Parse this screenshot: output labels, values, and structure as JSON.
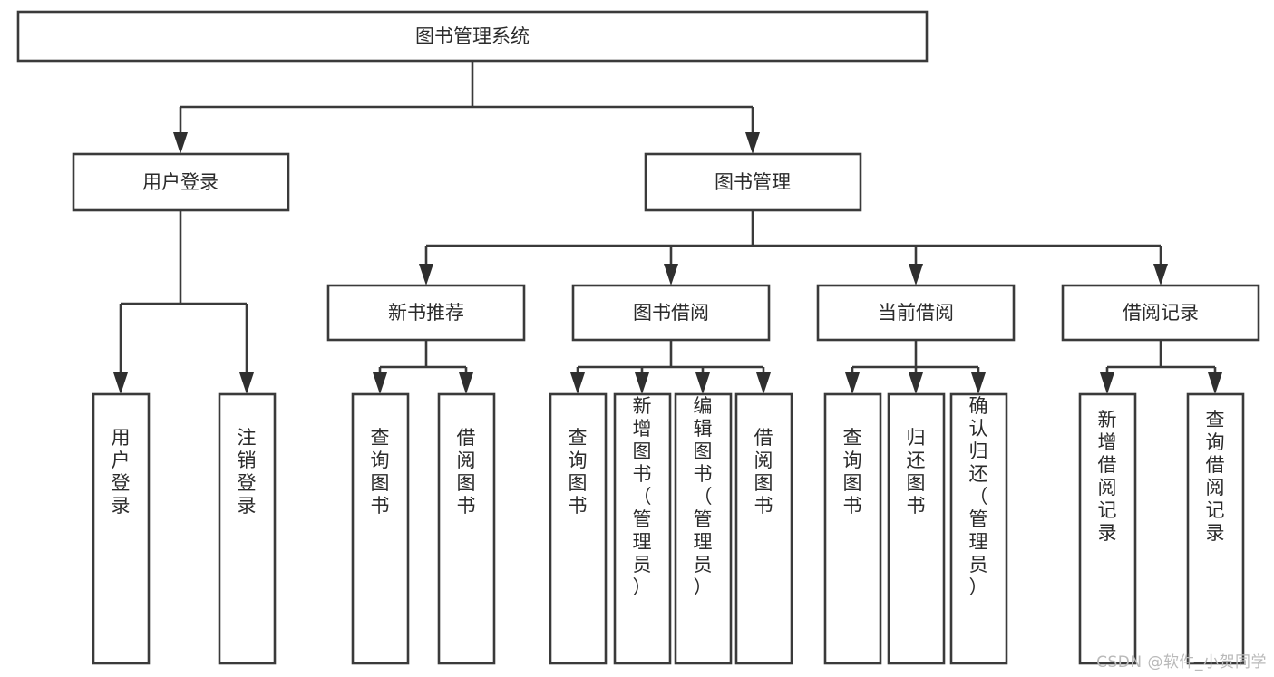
{
  "diagram": {
    "title": "图书管理系统",
    "type": "hierarchy-tree",
    "watermark": "CSDN @软件_小贺同学",
    "colors": {
      "background": "#ffffff",
      "box_stroke": "#3a3a3a",
      "box_fill": "#ffffff",
      "text": "#2b2b2b",
      "connector": "#3a3a3a",
      "watermark": "#b9b9b9"
    },
    "root": {
      "label": "图书管理系统"
    },
    "level2": [
      {
        "label": "用户登录"
      },
      {
        "label": "图书管理"
      }
    ],
    "level3": [
      {
        "label": "新书推荐"
      },
      {
        "label": "图书借阅"
      },
      {
        "label": "当前借阅"
      },
      {
        "label": "借阅记录"
      }
    ],
    "leaves": {
      "user_login": [
        {
          "label": "用户登录"
        },
        {
          "label": "注销登录"
        }
      ],
      "new_book_recommend": [
        {
          "label": "查询图书"
        },
        {
          "label": "借阅图书"
        }
      ],
      "book_borrow": [
        {
          "label": "查询图书"
        },
        {
          "label": "新增图书（管理员）"
        },
        {
          "label": "编辑图书（管理员）"
        },
        {
          "label": "借阅图书"
        }
      ],
      "current_borrow": [
        {
          "label": "查询图书"
        },
        {
          "label": "归还图书"
        },
        {
          "label": "确认归还（管理员）"
        }
      ],
      "borrow_record": [
        {
          "label": "新增借阅记录"
        },
        {
          "label": "查询借阅记录"
        }
      ]
    }
  }
}
